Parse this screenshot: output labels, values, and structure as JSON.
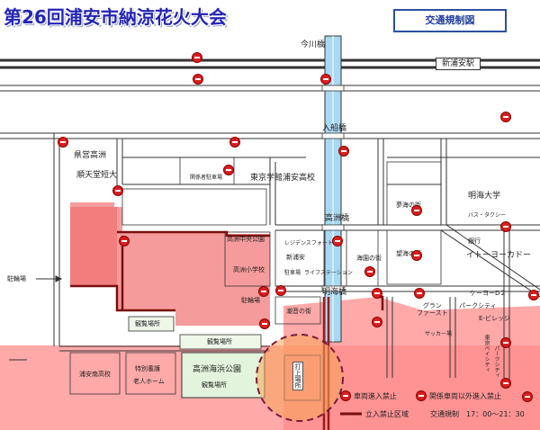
{
  "header": {
    "title": "第26回浦安市納涼花火大会",
    "badge": "交通規制図"
  },
  "places": {
    "imagawa_bridge": "今川橋",
    "shin_urayasu_station": "新浦安駅",
    "iriune_bridge": "入船橋",
    "kensouen": "県営高洲",
    "juntendo": "順天堂短大",
    "kankeisha": "関係者駐車場",
    "tokyo_gakkan": "東京学館浦安高校",
    "yumeumi": "夢海の街",
    "meikai_univ": "明海大学",
    "bus_terminal": "バス・タクシー",
    "takasu_bridge": "高洲橋",
    "takasu_chuo_park": "高洲中央公園",
    "restaurant": "レジデンスフォート",
    "shin_urayasu_small": "新浦安",
    "takasu_elem": "高洲小学校",
    "parking_small": "駐車場",
    "lifestation": "ライフステーション",
    "umi_no_machi": "海園の街",
    "boukai": "望海の街",
    "itoyokado": "イトーヨーカドー",
    "ginko": "銀行",
    "chusha_main": "駐輪場",
    "chusha_2": "駐輪場",
    "meikai_bridge": "明海橋",
    "shiune": "潮音の街",
    "grand_first": "グラン\nファースト",
    "parkcity": "パークシティ",
    "keiyo_d2": "ケーヨーD２",
    "e_village": "E-ビレッジ",
    "sakka": "サッカー場",
    "tokyo_bay_city": "東京ベイシティ",
    "parkcity2": "パークシティ",
    "kanran_1": "観覧場所",
    "kanran_2": "観覧場所",
    "urayasu_minami": "浦安南高校",
    "special_school": "特別養護",
    "elder_home": "老人ホーム",
    "takasu_kaihin": "高洲海浜公園",
    "kanran_3": "観覧場所",
    "uchiage": "打上場所"
  },
  "legend": {
    "no_vehicles": "車両進入禁止",
    "no_vehicles_except": "関係車両以外進入禁止",
    "no_entry_zone": "立入禁止区域",
    "schedule": "交通規制　17：00～21：30"
  },
  "colors": {
    "title_blue": "#2424b4",
    "restricted_red": "#f07a7a",
    "zone_red": "#ff8a8a",
    "canal_blue": "#9fd4f0",
    "park_green": "#dff2d8",
    "stop_red": "#d81f1f",
    "launch_orange": "#f4a055"
  }
}
